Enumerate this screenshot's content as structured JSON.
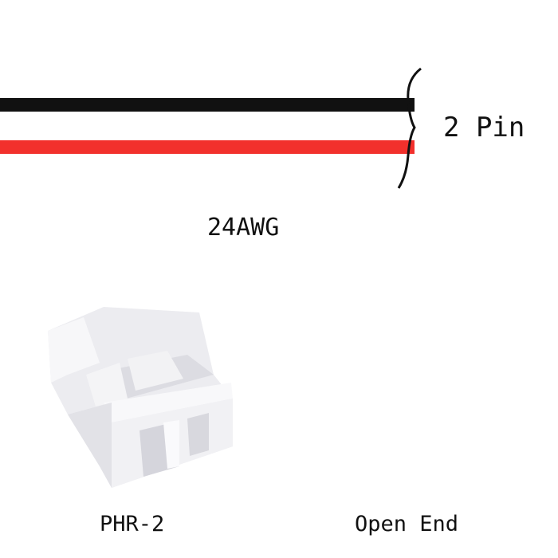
{
  "wires": {
    "colors": [
      "#111111",
      "#ffffff",
      "#f2302c"
    ],
    "gauge_label": "24AWG"
  },
  "pin_label": "2 Pin",
  "connector_label": "PHR-2",
  "end_label": "Open End"
}
